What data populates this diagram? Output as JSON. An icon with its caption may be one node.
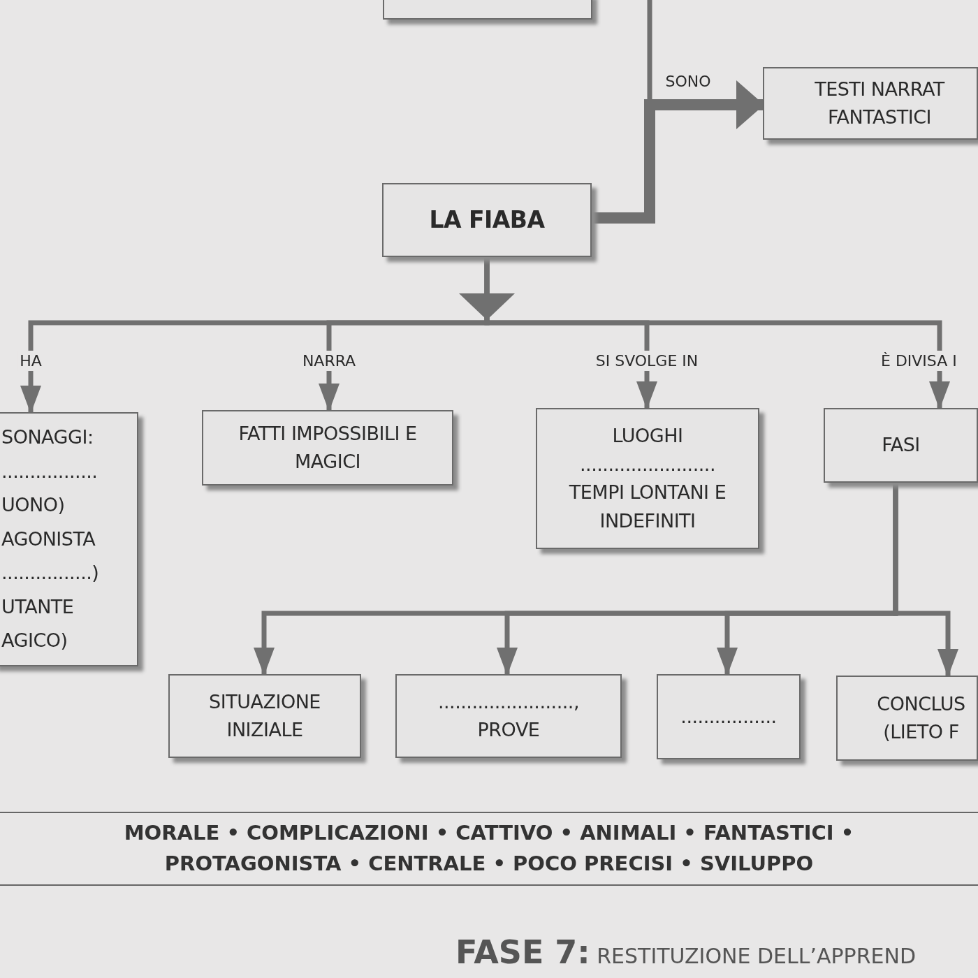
{
  "diagram": {
    "nodes": [
      {
        "text": [],
        "shape": "box"
      },
      {
        "text": [
          "TESTI NARRAT FANTASTICI"
        ]
      },
      {
        "text": [
          "LA FIABA"
        ]
      },
      {
        "text": [
          "SONAGGI:",
          ".................",
          "UONO)",
          "AGONISTA",
          "................)",
          "UTANTE",
          "AGICO)"
        ]
      },
      {
        "text": [
          "FATTI IMPOSSIBILI E MAGICI"
        ]
      },
      {
        "text": [
          "LUOGHI",
          "........................",
          "TEMPI LONTANI E INDEFINITI"
        ]
      },
      {
        "text": [
          "FASI"
        ]
      },
      {
        "text": [
          "SITUAZIONE INIZIALE"
        ]
      },
      {
        "text": [
          "........................,",
          "PROVE"
        ]
      },
      {
        "text": [
          "................."
        ]
      },
      {
        "text": [
          "CONCLUS (LIETO F"
        ]
      }
    ],
    "edges": [
      {
        "from": 2,
        "to": null,
        "arrow": "none"
      },
      {
        "from": 2,
        "to": 1,
        "arrow": "to",
        "label": "SONO",
        "style": "thick"
      },
      {
        "from": 2,
        "to": 3,
        "arrow": "to",
        "label": "HA"
      },
      {
        "from": 2,
        "to": 4,
        "arrow": "to",
        "label": "NARRA"
      },
      {
        "from": 2,
        "to": 5,
        "arrow": "to",
        "label": "SI SVOLGE IN"
      },
      {
        "from": 2,
        "to": 6,
        "arrow": "to",
        "label": "È DIVISA I"
      },
      {
        "from": 6,
        "to": 7,
        "arrow": "to"
      },
      {
        "from": 6,
        "to": 8,
        "arrow": "to"
      },
      {
        "from": 6,
        "to": 9,
        "arrow": "to"
      },
      {
        "from": 6,
        "to": 10,
        "arrow": "to"
      }
    ],
    "labels": [
      "MORALE • COMPLICAZIONI • CATTIVO • ANIMALI • FANTASTICI •",
      "PROTAGONISTA • CENTRALE • POCO PRECISI • SVILUPPO",
      "**FASE 7:** RESTITUZIONE DELL’APPREND"
    ]
  }
}
